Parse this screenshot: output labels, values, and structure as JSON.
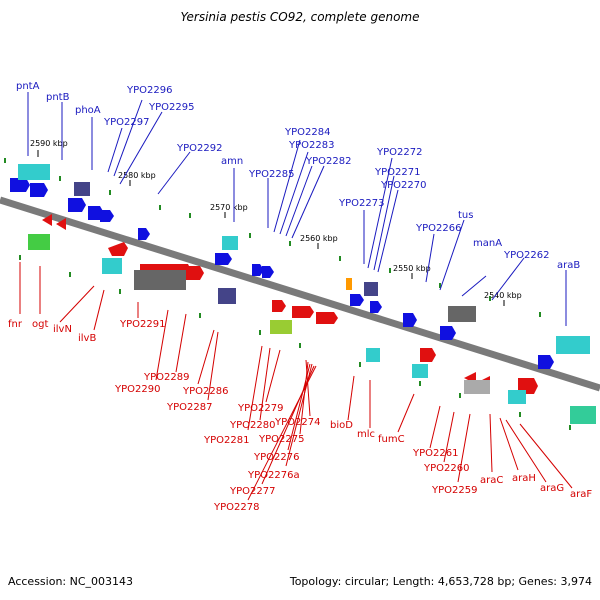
{
  "title": "Yersinia pestis CO92, complete genome",
  "footer": {
    "accession": "Accession: NC_003143",
    "info": "Topology: circular; Length: 4,653,728 bp; Genes: 3,974"
  },
  "colors": {
    "forward": "#1010e0",
    "reverse": "#e01010",
    "backbone": "#777777",
    "tick": "#228b22",
    "top_label": "#1a1abf",
    "bottom_label": "#d40000"
  },
  "kbp_ticks": [
    "2590 kbp",
    "2580 kbp",
    "2570 kbp",
    "2560 kbp",
    "2550 kbp",
    "2540 kbp"
  ],
  "top_labels": [
    "pntA",
    "pntB",
    "phoA",
    "YPO2297",
    "YPO2296",
    "YPO2295",
    "YPO2292",
    "amn",
    "YPO2285",
    "YPO2284",
    "YPO2283",
    "YPO2282",
    "YPO2273",
    "YPO2272",
    "YPO2271",
    "YPO2270",
    "YPO2266",
    "tus",
    "manA",
    "YPO2262",
    "araB"
  ],
  "bottom_labels": [
    "fnr",
    "ogt",
    "ilvN",
    "ilvB",
    "YPO2291",
    "YPO2290",
    "YPO2289",
    "YPO2286",
    "YPO2287",
    "YPO2281",
    "YPO2280",
    "YPO2279",
    "YPO2274",
    "YPO2275",
    "YPO2276",
    "YPO2276a",
    "YPO2277",
    "YPO2278",
    "bioD",
    "mlc",
    "fumC",
    "YPO2261",
    "YPO2260",
    "YPO2259",
    "araC",
    "araH",
    "araG",
    "araF"
  ]
}
